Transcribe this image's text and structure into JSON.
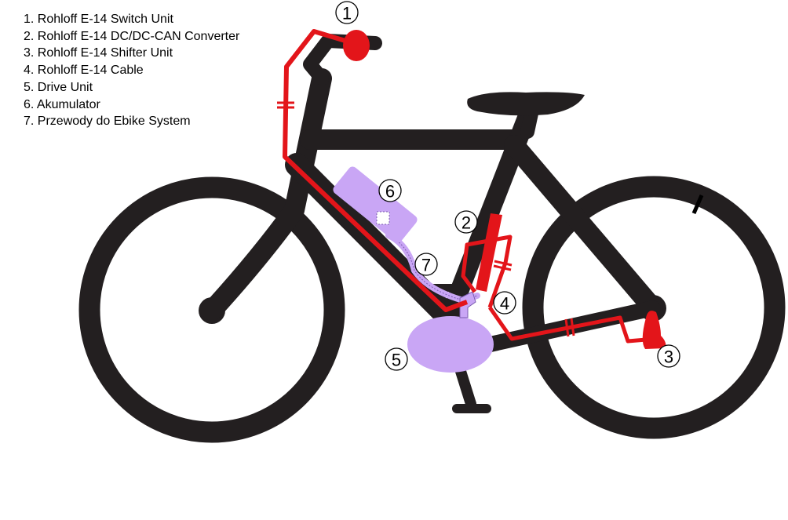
{
  "legend": [
    "1. Rohloff E-14 Switch Unit",
    "2. Rohloff E-14 DC/DC-CAN Converter",
    "3. Rohloff E-14 Shifter Unit",
    "4. Rohloff E-14 Cable",
    "5. Drive Unit",
    "6. Akumulator",
    "7. Przewody do Ebike System"
  ],
  "callouts": {
    "c1": "1",
    "c2": "2",
    "c3": "3",
    "c4": "4",
    "c5": "5",
    "c6": "6",
    "c7": "7"
  },
  "colors": {
    "frame": "#231f20",
    "cable": "#e3151a",
    "ebike_parts": "#c9a6f5",
    "ebike_outline": "#7a5bb0"
  }
}
